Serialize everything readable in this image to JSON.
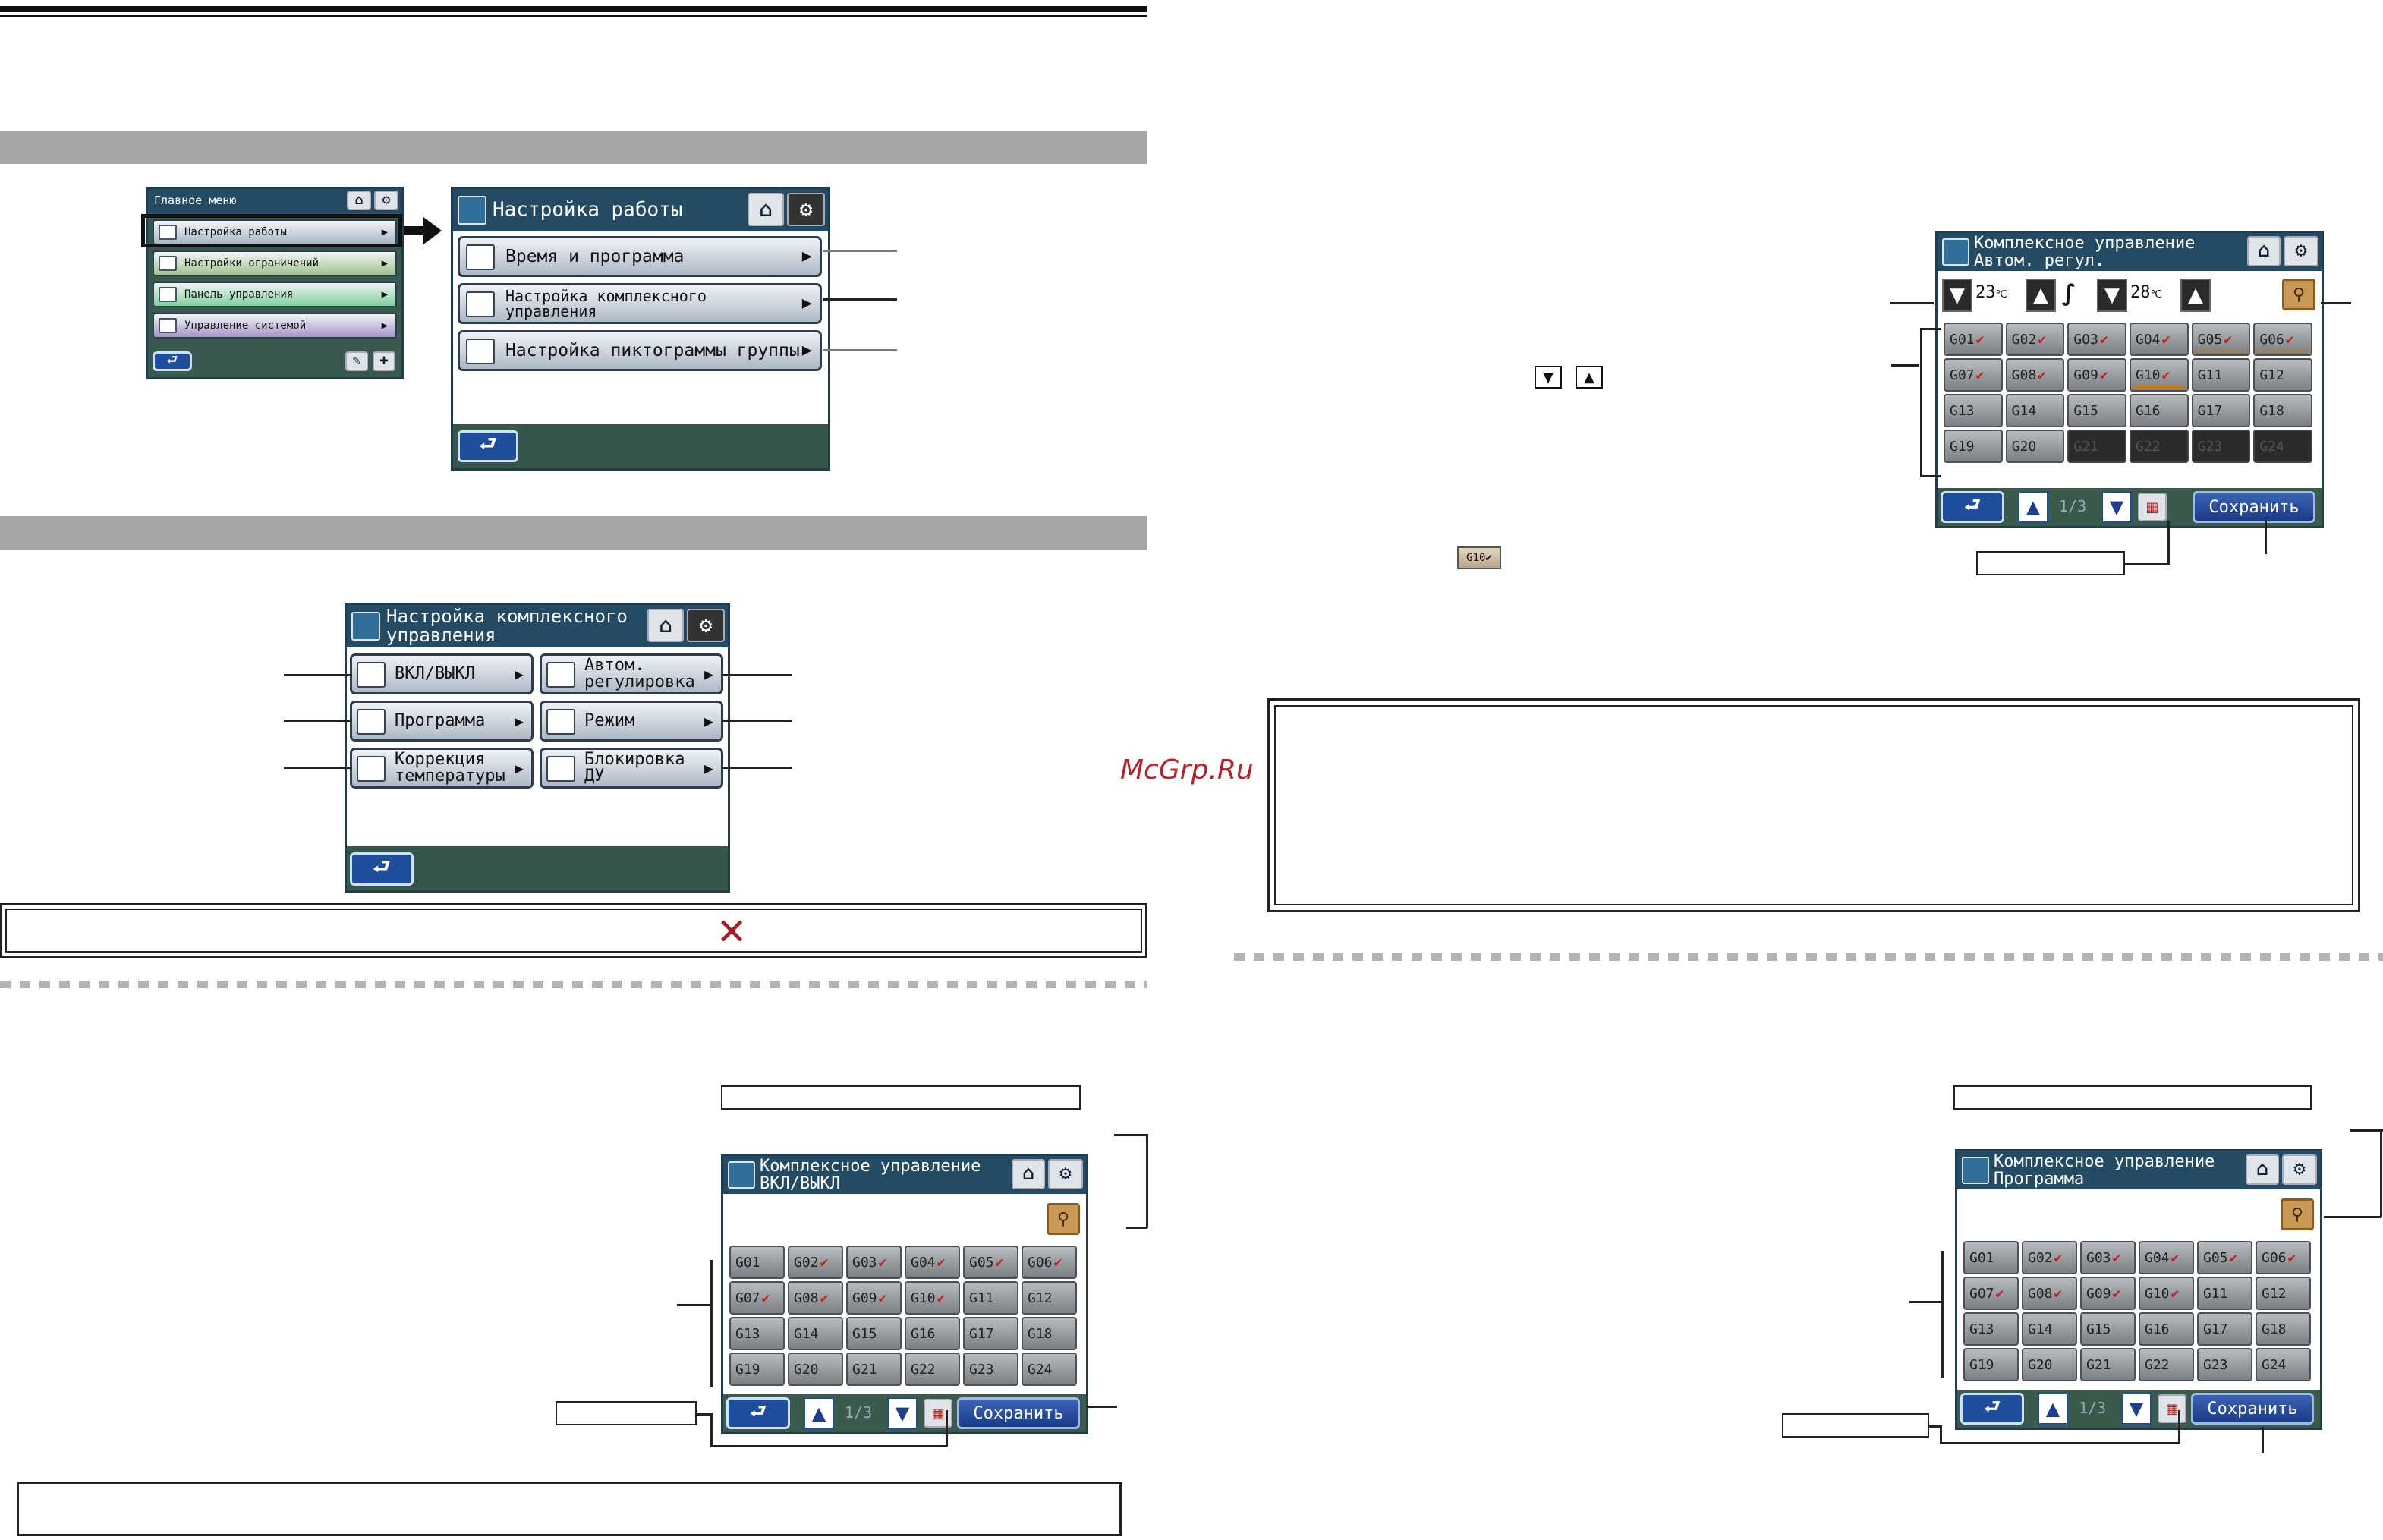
{
  "watermark": "McGrp.Ru",
  "close_glyph": "✕",
  "common": {
    "home_icon": "⌂",
    "gear_icon": "⚙",
    "back_glyph": "⮐",
    "arrow": "▶",
    "up": "▲",
    "down": "▼",
    "check": "✔"
  },
  "main_menu": {
    "title": "Главное меню",
    "items": [
      "Настройка работы",
      "Настройки ограничений",
      "Панель управления",
      "Управление системой"
    ],
    "item_colors": [
      "#a9b6c4",
      "#9fc58e",
      "#7fcf9e",
      "#a596c8"
    ]
  },
  "op_setup": {
    "title": "Настройка работы",
    "items": [
      "Время и программа",
      "Настройка комплексного\nуправления",
      "Настройка пиктограммы группы"
    ]
  },
  "complex": {
    "title": "Настройка комплексного\nуправления",
    "buttons": [
      "ВКЛ/ВЫКЛ",
      "Автом.\nрегулировка",
      "Программа",
      "Режим",
      "Коррекция\nтемпературы",
      "Блокировка\nДУ"
    ]
  },
  "auto_screen": {
    "title": "Комплексное управление\nАвтом. регул.",
    "temp_low": "23",
    "temp_high": "28",
    "unit": "℃",
    "page": "1/3",
    "save": "Сохранить",
    "small_icon_text": "G10✔"
  },
  "onoff_screen": {
    "title": "Комплексное управление\nВКЛ/ВЫКЛ",
    "page": "1/3",
    "save": "Сохранить"
  },
  "prog_screen": {
    "title": "Комплексное управление\nПрограмма",
    "page": "1/3",
    "save": "Сохранить"
  },
  "groups": [
    "G01",
    "G02",
    "G03",
    "G04",
    "G05",
    "G06",
    "G07",
    "G08",
    "G09",
    "G10",
    "G11",
    "G12",
    "G13",
    "G14",
    "G15",
    "G16",
    "G17",
    "G18",
    "G19",
    "G20",
    "G21",
    "G22",
    "G23",
    "G24"
  ]
}
